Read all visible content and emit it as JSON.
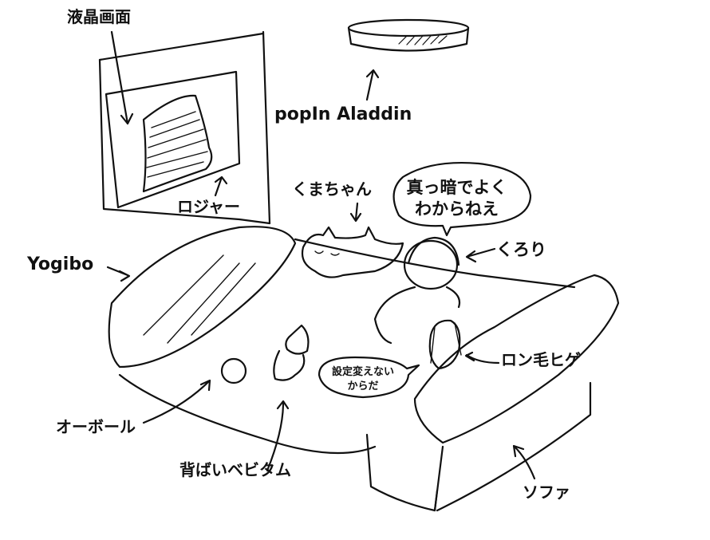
{
  "labels": {
    "lcd_screen": "液晶画面",
    "popin_aladdin": "popIn Aladdin",
    "roger": "ロジャー",
    "kuma_chan": "くまちゃん",
    "kurori": "くろり",
    "yogibo": "Yogibo",
    "long_hair_beard": "ロン毛ヒゲ",
    "oball": "オーボール",
    "baby_doll": "背ばいベビタム",
    "sofa": "ソファ"
  },
  "speech": {
    "kurori_line1": "真っ暗でよく",
    "kurori_line2": "わからねえ",
    "beard_line1": "設定変えない",
    "beard_line2": "からだ"
  }
}
